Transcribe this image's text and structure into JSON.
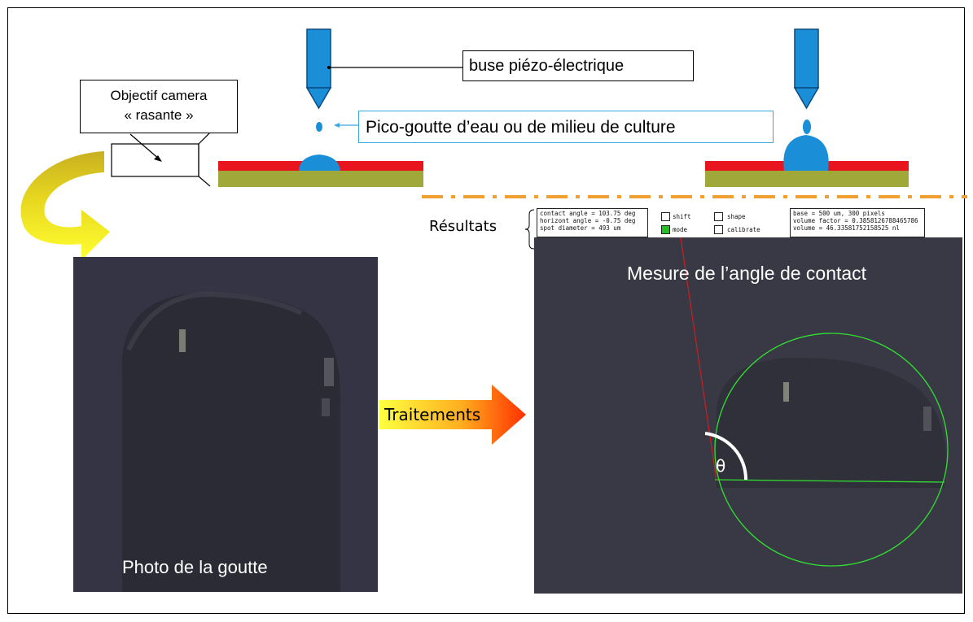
{
  "labels": {
    "nozzle": "buse piézo-électrique",
    "droplet": "Pico-goutte d’eau ou de milieu de culture",
    "camera": "Objectif camera\n« rasante »",
    "results": "Résultats",
    "processing": "Traitements",
    "photo_caption": "Photo de la goutte",
    "measure_caption": "Mesure de l’angle de contact",
    "theta": "θ"
  },
  "results_panel": {
    "measurements": [
      "contact angle = 103.75 deg",
      "horizont angle = -0.75 deg",
      "spot diameter = 493 um"
    ],
    "checkboxes": [
      {
        "label": "shift",
        "checked": false
      },
      {
        "label": "mode",
        "checked": true
      },
      {
        "label": "shape",
        "checked": false
      },
      {
        "label": "calibrate",
        "checked": false
      }
    ],
    "calibration": [
      "base = 500 um, 300 pixels",
      "volume factor = 0.3858126788465786",
      "volume = 46.33581752158525 nl"
    ]
  },
  "colors": {
    "nozzle_blue": "#1a8fd8",
    "substrate_red": "#e8141e",
    "substrate_olive": "#a0a83a",
    "dash_orange": "#f0a030",
    "fit_circle_green": "#30e030",
    "tangent_red": "#c82020",
    "callout_blue": "#3aa8e0"
  }
}
